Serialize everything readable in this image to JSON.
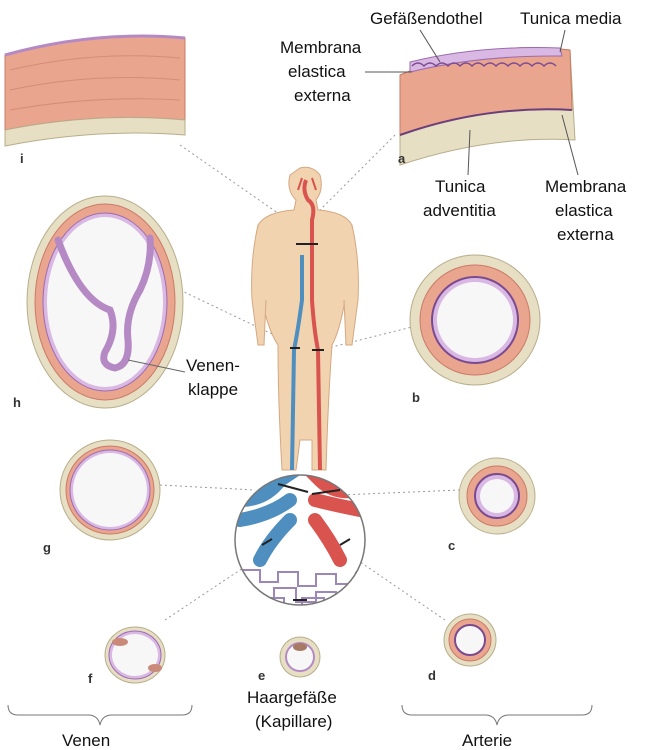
{
  "labels": {
    "gefaessendothel": "Gefäßendothel",
    "tunica_media": "Tunica media",
    "membrana_externa_top_line1": "Membrana",
    "membrana_externa_top_line2": "elastica",
    "membrana_externa_top_line3": "externa",
    "tunica_adventitia_line1": "Tunica",
    "tunica_adventitia_line2": "adventitia",
    "membrana_externa_right_line1": "Membrana",
    "membrana_externa_right_line2": "elastica",
    "membrana_externa_right_line3": "externa",
    "venenklappe_line1": "Venen-",
    "venenklappe_line2": "klappe",
    "haargefaesse_line1": "Haargefäße",
    "haargefaesse_line2": "(Kapillare)",
    "venen": "Venen",
    "arterie": "Arterie"
  },
  "panels": {
    "a": "a",
    "b": "b",
    "c": "c",
    "d": "d",
    "e": "e",
    "f": "f",
    "g": "g",
    "h": "h",
    "i": "i"
  },
  "colors": {
    "media": "#eaa58f",
    "adventitia": "#e6dfc4",
    "intima": "#c9a6d6",
    "skin": "#f2d3b0",
    "artery": "#d9534f",
    "vein": "#4f8fc0",
    "lumen": "#f7f7f7"
  }
}
